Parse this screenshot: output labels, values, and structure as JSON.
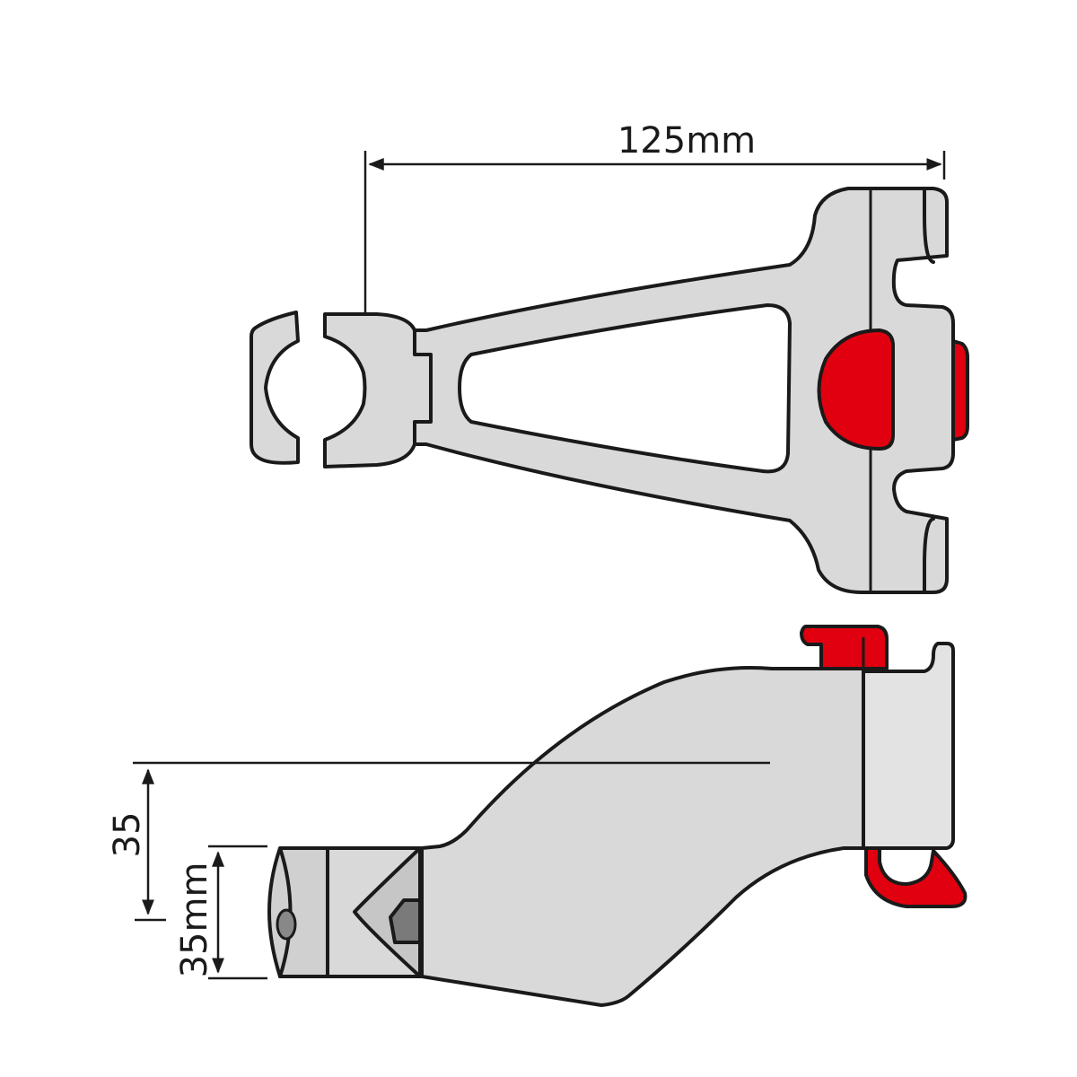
{
  "dimensions": {
    "width_label": "125mm",
    "offset_label": "35",
    "clamp_label": "35mm"
  },
  "colors": {
    "body": "#d9d9d9",
    "accent": "#e0000f",
    "outline": "#1a1a1a",
    "background": "#ffffff"
  }
}
